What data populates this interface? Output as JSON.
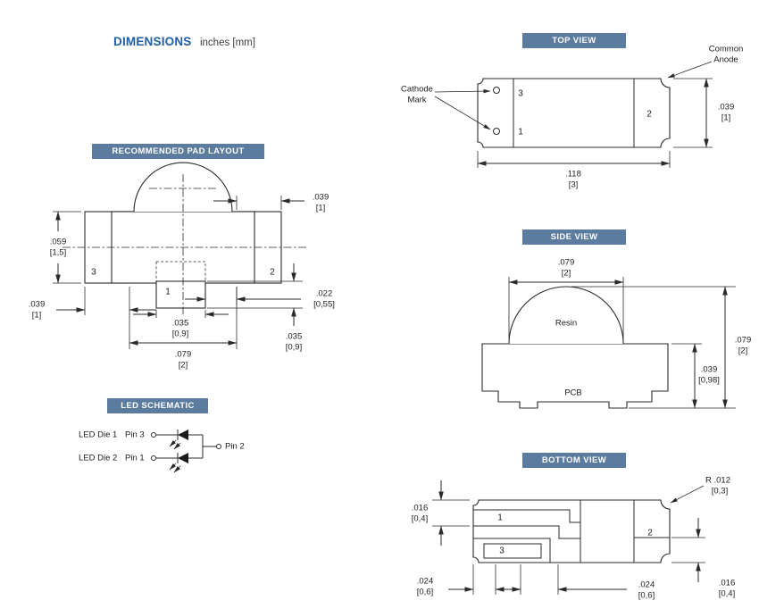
{
  "title": {
    "main": "DIMENSIONS",
    "sub": "inches [mm]"
  },
  "colors": {
    "badge_bg": "#5b7b9f",
    "accent_blue": "#1e5ea5",
    "line": "#2a2a2a"
  },
  "badges": {
    "pad_layout": "RECOMMENDED PAD LAYOUT",
    "led_schematic": "LED SCHEMATIC",
    "top_view": "TOP VIEW",
    "side_view": "SIDE VIEW",
    "bottom_view": "BOTTOM VIEW"
  },
  "pad_layout": {
    "pin1": "1",
    "pin2": "2",
    "pin3": "3",
    "dim_pad_w_in": ".039",
    "dim_pad_w_mm": "[1]",
    "dim_pad_h_in": ".059",
    "dim_pad_h_mm": "[1,5]",
    "dim_left_pad_in": ".039",
    "dim_left_pad_mm": "[1]",
    "dim_gap_in": ".022",
    "dim_gap_mm": "[0,55]",
    "dim_center_pad_in": ".035",
    "dim_center_pad_mm": "[0,9]",
    "dim_bottom_pad_in": ".035",
    "dim_bottom_pad_mm": "[0,9]",
    "dim_span_in": ".079",
    "dim_span_mm": "[2]"
  },
  "led_schematic": {
    "die1": "LED Die 1",
    "die2": "LED Die 2",
    "pin3": "Pin 3",
    "pin1": "Pin 1",
    "pin2": "Pin 2"
  },
  "top_view": {
    "cathode_line1": "Cathode",
    "cathode_line2": "Mark",
    "anode_line1": "Common",
    "anode_line2": "Anode",
    "pin1": "1",
    "pin2": "2",
    "pin3": "3",
    "dim_height_in": ".039",
    "dim_height_mm": "[1]",
    "dim_width_in": ".118",
    "dim_width_mm": "[3]"
  },
  "side_view": {
    "resin": "Resin",
    "pcb": "PCB",
    "dim_top_in": ".079",
    "dim_top_mm": "[2]",
    "dim_right_in": ".079",
    "dim_right_mm": "[2]",
    "dim_pcb_in": ".039",
    "dim_pcb_mm": "[0,98]"
  },
  "bottom_view": {
    "pin1": "1",
    "pin2": "2",
    "pin3": "3",
    "radius_in": "R .012",
    "radius_mm": "[0,3]",
    "dim_left_in": ".016",
    "dim_left_mm": "[0,4]",
    "dim_bl_in": ".024",
    "dim_bl_mm": "[0,6]",
    "dim_bc_in": ".024",
    "dim_bc_mm": "[0,6]",
    "dim_right_in": ".016",
    "dim_right_mm": "[0,4]"
  }
}
